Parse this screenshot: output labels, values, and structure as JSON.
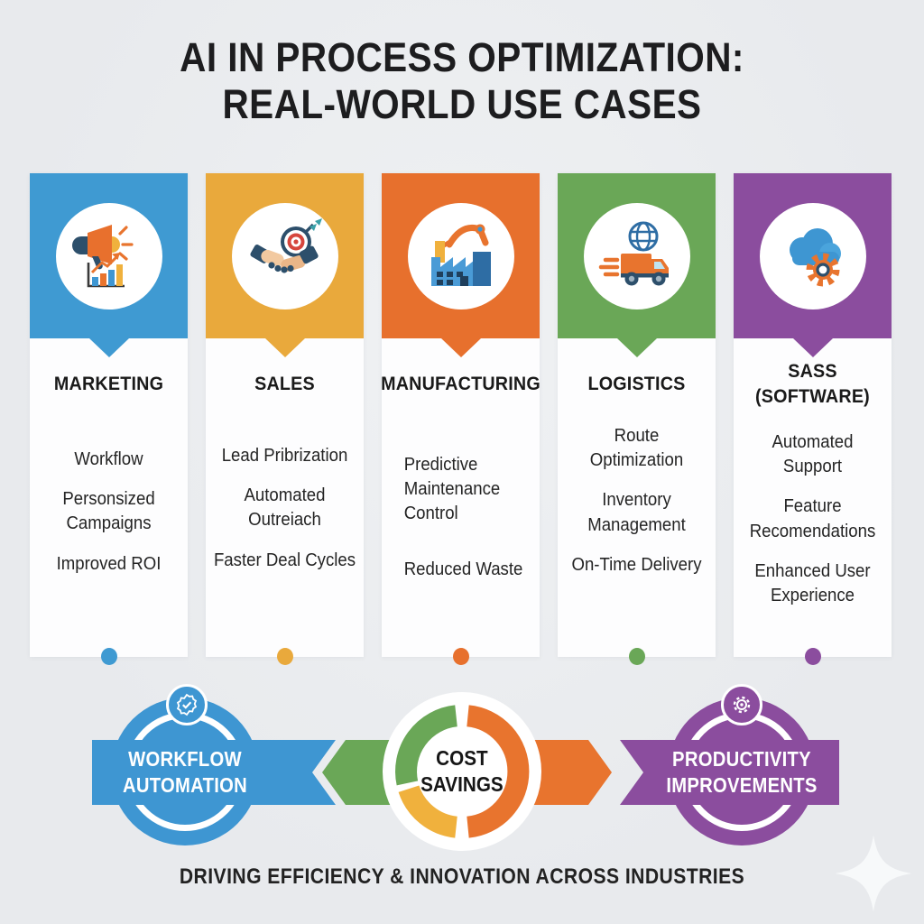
{
  "title": {
    "line1": "AI IN PROCESS OPTIMIZATION:",
    "line2": "REAL-WORLD USE CASES"
  },
  "columns": [
    {
      "label": "MARKETING",
      "color": "#3F9AD2",
      "icon": "megaphone-growth-icon",
      "items": [
        "Workflow",
        "Personsized\nCampaigns",
        "Improved ROI"
      ]
    },
    {
      "label": "SALES",
      "color": "#E9A93C",
      "icon": "handshake-target-icon",
      "items": [
        "Lead Pribrization",
        "Automated\nOutreiach",
        "Faster Deal Cycles"
      ]
    },
    {
      "label": "MANUFACTURING",
      "color": "#E7702D",
      "icon": "factory-robot-icon",
      "items": [
        "Predictive\nMaintenance\nControl",
        "Reduced Waste"
      ]
    },
    {
      "label": "LOGISTICS",
      "color": "#6AA757",
      "icon": "globe-truck-icon",
      "items": [
        "Route\nOptimization",
        "Inventory\nManagement",
        "On-Time Delivery"
      ]
    },
    {
      "label": "SASS\n(SOFTWARE)",
      "color": "#8B4D9E",
      "icon": "cloud-gear-icon",
      "items": [
        "Automated Support",
        "Feature\nRecomendations",
        "Enhanced User\nExperience"
      ]
    }
  ],
  "flow": {
    "workflow_badge": {
      "label": "WORKFLOW\nAUTOMATION",
      "color": "#3E96D2",
      "icon": "check-badge-icon"
    },
    "cost_badge": {
      "label": "COST\nSAVINGS",
      "arc_colors": {
        "green": "#6AA757",
        "orange": "#E8742E",
        "yellow": "#F0B13D"
      }
    },
    "productivity_badge": {
      "label": "PRODUCTIVITY\nIMPROVEMENTS",
      "color": "#8B4D9E",
      "icon": "gear-icon"
    },
    "arrow_colors": {
      "left": "#6AA757",
      "right": "#E8742E"
    }
  },
  "footer": {
    "text": "DRIVING EFFICIENCY & INNOVATION ACROSS INDUSTRIES"
  }
}
